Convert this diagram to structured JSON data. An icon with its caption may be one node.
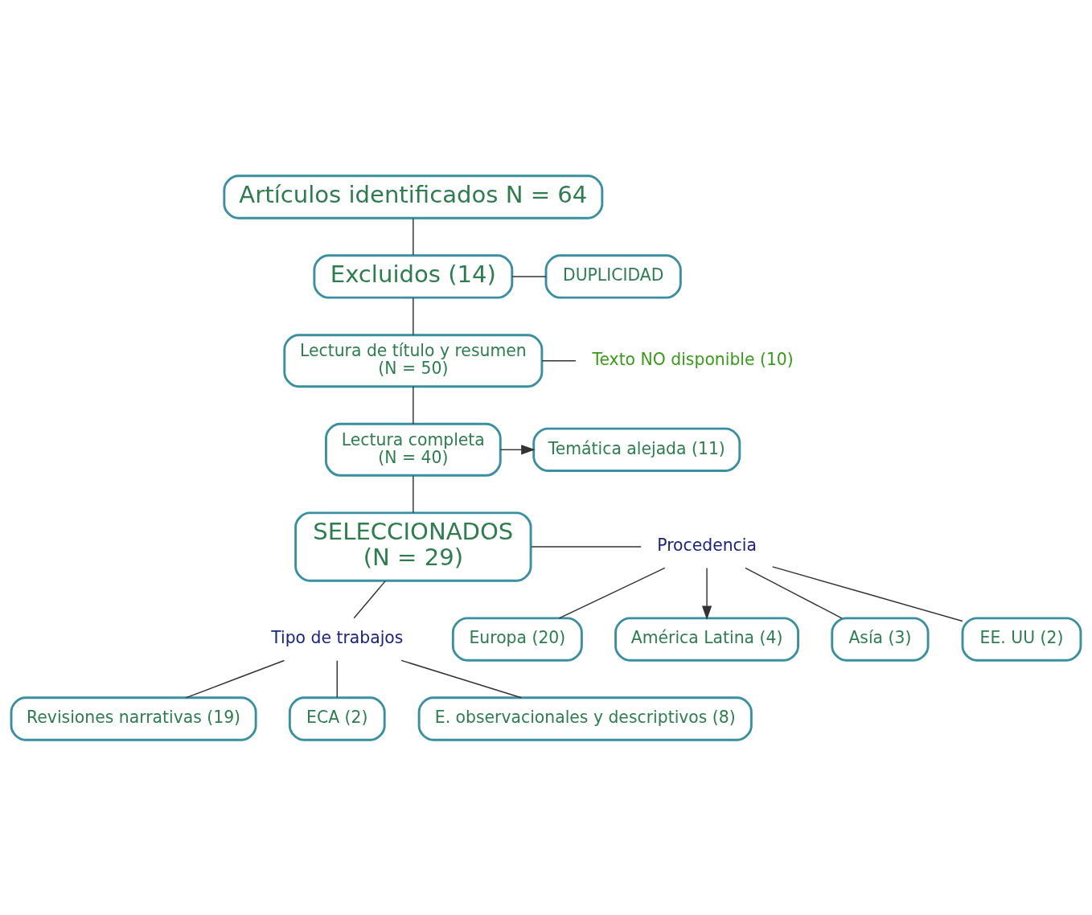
{
  "diagram": {
    "nodes": [
      {
        "text": [
          "Artículos identificados N = 64"
        ]
      },
      {
        "text": [
          "Excluidos (14)"
        ]
      },
      {
        "text": [
          "DUPLICIDAD"
        ]
      },
      {
        "text": [
          "Lectura de título y resumen",
          "(N = 50)"
        ]
      },
      {
        "text": [
          "Texto NO disponible (10)"
        ]
      },
      {
        "text": [
          "Lectura completa",
          "(N = 40)"
        ]
      },
      {
        "text": [
          "Temática alejada (11)"
        ]
      },
      {
        "text": [
          "SELECCIONADOS",
          "(N = 29)"
        ]
      },
      {
        "text": [
          "Procedencia"
        ]
      },
      {
        "text": [
          "Europa (20)"
        ]
      },
      {
        "text": [
          "América Latina (4)"
        ]
      },
      {
        "text": [
          "Asía (3)"
        ]
      },
      {
        "text": [
          "EE. UU (2)"
        ]
      },
      {
        "text": [
          "Tipo de trabajos"
        ]
      },
      {
        "text": [
          "Revisiones narrativas (19)"
        ]
      },
      {
        "text": [
          "ECA (2)"
        ]
      },
      {
        "text": [
          "E. observacionales y descriptivos (8)"
        ]
      }
    ],
    "edges": [
      {
        "from": 0,
        "to": 1,
        "arrow": "none"
      },
      {
        "from": 1,
        "to": 2,
        "arrow": "none"
      },
      {
        "from": 1,
        "to": 3,
        "arrow": "none"
      },
      {
        "from": 3,
        "to": 4,
        "arrow": "none"
      },
      {
        "from": 3,
        "to": 5,
        "arrow": "none"
      },
      {
        "from": 5,
        "to": 6,
        "arrow": "to"
      },
      {
        "from": 5,
        "to": 7,
        "arrow": "none"
      },
      {
        "from": 7,
        "to": 8,
        "arrow": "none"
      },
      {
        "from": 8,
        "to": 9,
        "arrow": "none"
      },
      {
        "from": 8,
        "to": 10,
        "arrow": "to"
      },
      {
        "from": 8,
        "to": 11,
        "arrow": "none"
      },
      {
        "from": 8,
        "to": 12,
        "arrow": "none"
      },
      {
        "from": 7,
        "to": 13,
        "arrow": "none"
      },
      {
        "from": 13,
        "to": 14,
        "arrow": "none"
      },
      {
        "from": 13,
        "to": 15,
        "arrow": "none"
      },
      {
        "from": 13,
        "to": 16,
        "arrow": "none"
      }
    ]
  }
}
